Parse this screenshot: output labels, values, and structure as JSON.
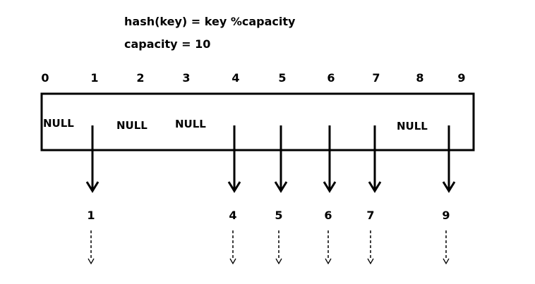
{
  "formula": {
    "line1": "hash(key) = key %capacity",
    "line2": "capacity = 10"
  },
  "bucket_indices": [
    "0",
    "1",
    "2",
    "3",
    "4",
    "5",
    "6",
    "7",
    "8",
    "9"
  ],
  "null_label": "NULL",
  "null_buckets": [
    0,
    2,
    3,
    8
  ],
  "filled_buckets": [
    {
      "index": 1,
      "value": "1"
    },
    {
      "index": 4,
      "value": "4"
    },
    {
      "index": 5,
      "value": "5"
    },
    {
      "index": 6,
      "value": "6"
    },
    {
      "index": 7,
      "value": "7"
    },
    {
      "index": 9,
      "value": "9"
    }
  ]
}
